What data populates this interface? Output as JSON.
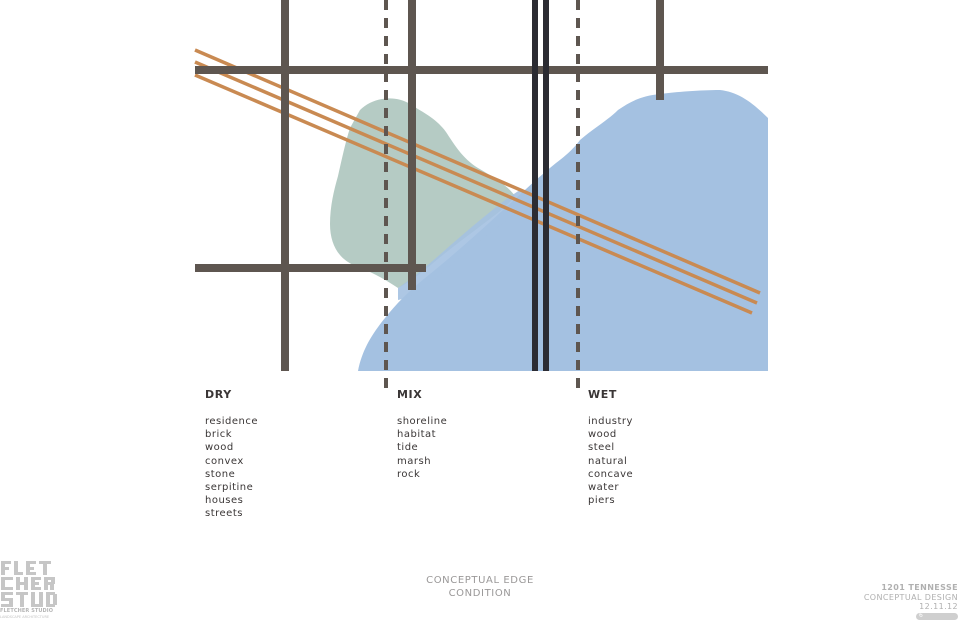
{
  "diagram": {
    "colors": {
      "grid": "#5e5650",
      "dashed": "#5e5650",
      "rail": "#2c2c33",
      "diagonal": "#c98a52",
      "green_zone": "#b5cbc4",
      "blue_zone": "#a4c1e1"
    }
  },
  "columns": [
    {
      "heading": "DRY",
      "items": [
        "residence",
        "brick",
        "wood",
        "convex",
        "stone",
        "serpitine",
        "houses",
        "streets"
      ]
    },
    {
      "heading": "MIX",
      "items": [
        "shoreline",
        "habitat",
        "tide",
        "marsh",
        "rock"
      ]
    },
    {
      "heading": "WET",
      "items": [
        "industry",
        "wood",
        "steel",
        "natural",
        "concave",
        "water",
        "piers"
      ]
    }
  ],
  "footer": {
    "title_line1": "CONCEPTUAL EDGE",
    "title_line2": "CONDITION"
  },
  "logo": {
    "name": "FLETCHER STUDIO",
    "subtitle": "LANDSCAPE ARCHITECTURE"
  },
  "project": {
    "title": "1201 TENNESSE",
    "phase": "CONCEPTUAL DESIGN",
    "date": "12.11.12",
    "page": "6"
  }
}
